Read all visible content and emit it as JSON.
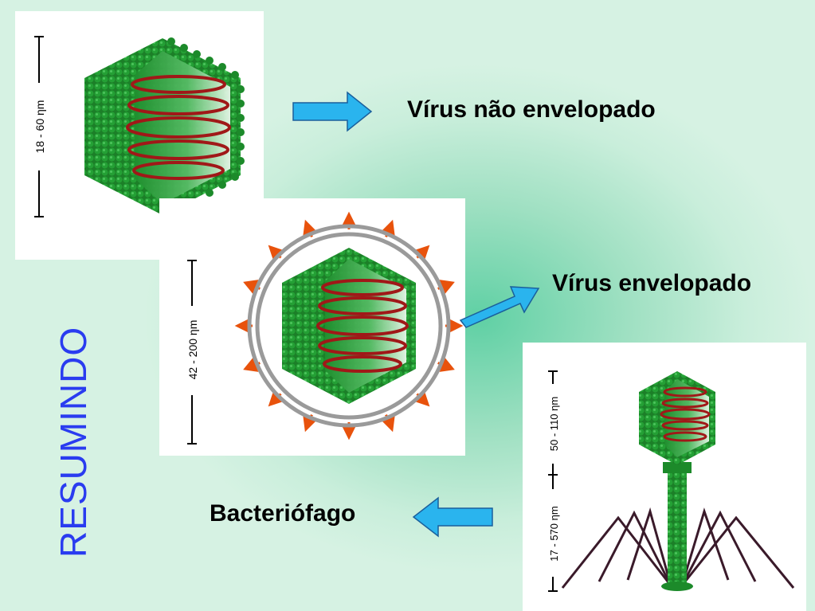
{
  "side_title": "RESUMINDO",
  "labels": {
    "non_enveloped": "Vírus não envelopado",
    "enveloped": "Vírus envelopado",
    "bacteriophage": "Bacteriófago"
  },
  "scales": {
    "non_enveloped": "18 - 60 ηm",
    "enveloped": "42 - 200 ηm",
    "phage_total": "17 - 570 ηm",
    "phage_head": "50 - 110 ηm"
  },
  "colors": {
    "capsid": "#1f8f2e",
    "capsid_light": "#7fd08a",
    "genome": "#a01818",
    "envelope": "#9a9a9a",
    "spike": "#e8520c",
    "arrow": "#2ab4ee",
    "title": "#2a3cf0",
    "tail_fibers": "#3a1a2a"
  }
}
